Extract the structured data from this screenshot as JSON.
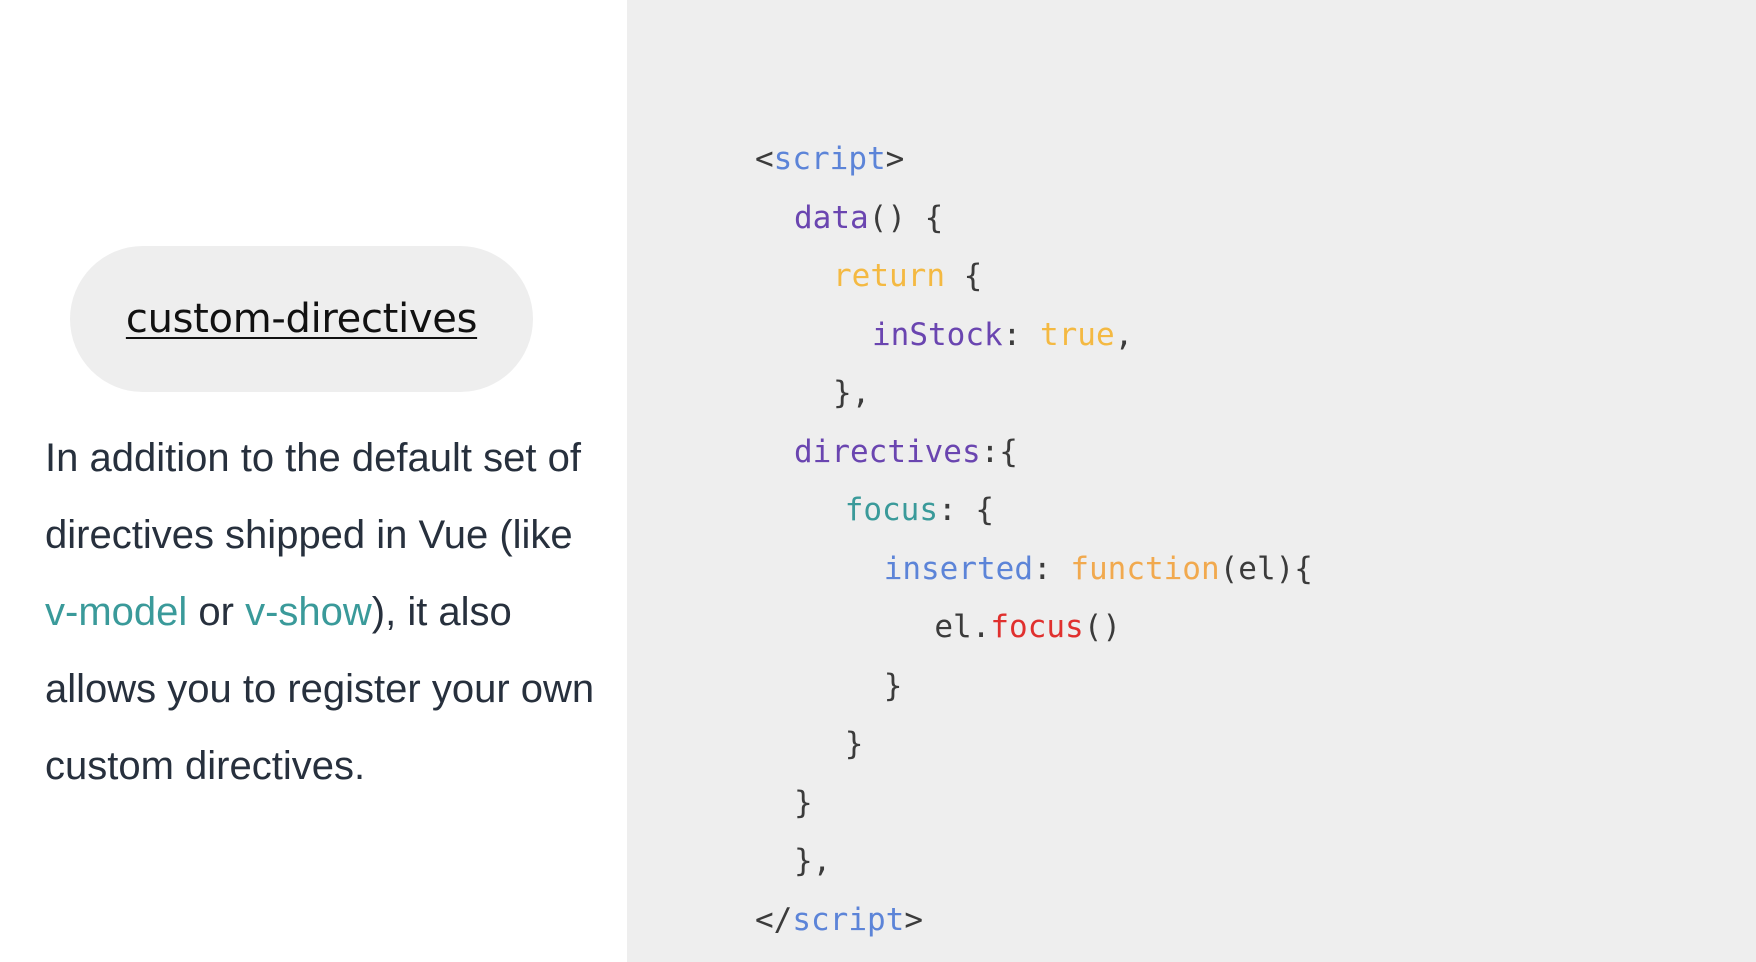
{
  "topic": {
    "label": "custom-directives"
  },
  "description": {
    "before": "In addition to the default set of directives shipped in Vue (like ",
    "kw1": "v-model",
    "mid": " or ",
    "kw2": "v-show",
    "after": "), it also allows you to register your own custom directives."
  },
  "code": {
    "lines": [
      {
        "indent": 0,
        "tokens": [
          {
            "t": "<",
            "c": "plain"
          },
          {
            "t": "script",
            "c": "tag"
          },
          {
            "t": ">",
            "c": "plain"
          }
        ]
      },
      {
        "indent": 1,
        "tokens": [
          {
            "t": "data",
            "c": "prop"
          },
          {
            "t": "() {",
            "c": "plain"
          }
        ]
      },
      {
        "indent": 2,
        "tokens": [
          {
            "t": "return",
            "c": "kw"
          },
          {
            "t": " {",
            "c": "plain"
          }
        ]
      },
      {
        "indent": 3,
        "tokens": [
          {
            "t": "inStock",
            "c": "prop"
          },
          {
            "t": ": ",
            "c": "plain"
          },
          {
            "t": "true",
            "c": "val"
          },
          {
            "t": ",",
            "c": "plain"
          }
        ]
      },
      {
        "indent": 2,
        "tokens": [
          {
            "t": "},",
            "c": "plain"
          }
        ]
      },
      {
        "indent": 1,
        "tokens": [
          {
            "t": "directives",
            "c": "prop"
          },
          {
            "t": ":{",
            "c": "plain"
          }
        ]
      },
      {
        "indent": 2.3,
        "tokens": [
          {
            "t": "focus",
            "c": "teal"
          },
          {
            "t": ": {",
            "c": "plain"
          }
        ]
      },
      {
        "indent": 3.3,
        "tokens": [
          {
            "t": "inserted",
            "c": "blue"
          },
          {
            "t": ": ",
            "c": "plain"
          },
          {
            "t": "function",
            "c": "fn"
          },
          {
            "t": "(el){",
            "c": "plain"
          }
        ]
      },
      {
        "indent": 4.6,
        "tokens": [
          {
            "t": "el.",
            "c": "plain"
          },
          {
            "t": "focus",
            "c": "red"
          },
          {
            "t": "()",
            "c": "plain"
          }
        ]
      },
      {
        "indent": 3.3,
        "tokens": [
          {
            "t": "}",
            "c": "plain"
          }
        ]
      },
      {
        "indent": 2.3,
        "tokens": [
          {
            "t": "}",
            "c": "plain"
          }
        ]
      },
      {
        "indent": 1,
        "tokens": [
          {
            "t": "}",
            "c": "plain"
          }
        ]
      },
      {
        "indent": 1,
        "tokens": [
          {
            "t": "},",
            "c": "plain"
          }
        ]
      },
      {
        "indent": 0,
        "tokens": [
          {
            "t": "</",
            "c": "plain"
          },
          {
            "t": "script",
            "c": "tag"
          },
          {
            "t": ">",
            "c": "plain"
          }
        ]
      }
    ]
  }
}
